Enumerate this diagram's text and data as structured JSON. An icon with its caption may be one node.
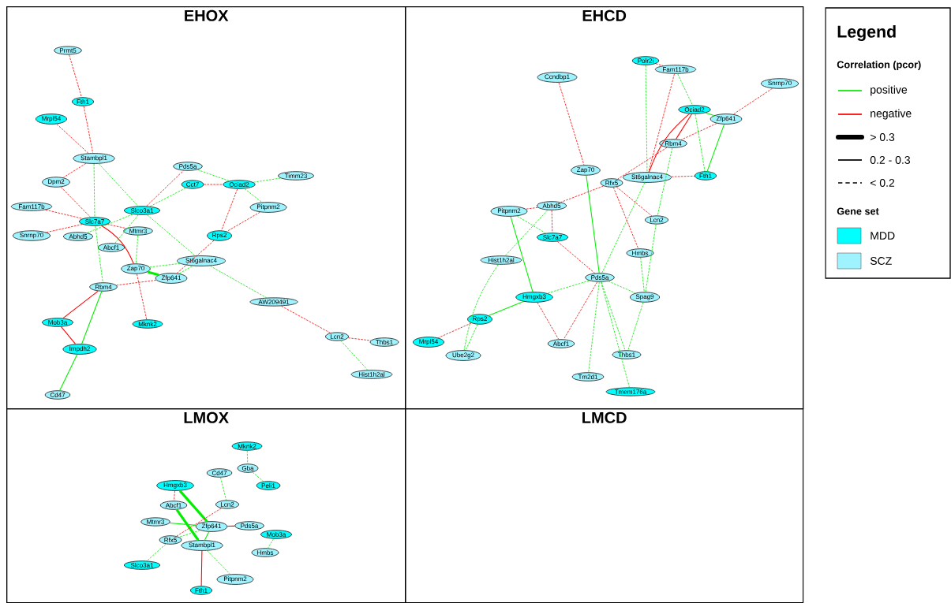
{
  "diagram": {
    "nodes": [
      {
        "text": [
          "EHOX"
        ]
      },
      {
        "text": [
          "Prmt5"
        ],
        "in": 0
      },
      {
        "text": [
          "Fth1"
        ],
        "in": 0
      },
      {
        "text": [
          "Mrpl54"
        ],
        "in": 0
      },
      {
        "text": [
          "Stambpl1"
        ],
        "in": 0
      },
      {
        "text": [
          "Pds5a"
        ],
        "in": 0
      },
      {
        "text": [
          "Cct7"
        ],
        "in": 0
      },
      {
        "text": [
          "Ociad2"
        ],
        "in": 0
      },
      {
        "text": [
          "Timm23"
        ],
        "in": 0
      },
      {
        "text": [
          "Dpm2"
        ],
        "in": 0
      },
      {
        "text": [
          "Fam117b"
        ],
        "in": 0
      },
      {
        "text": [
          "Slc7a7"
        ],
        "in": 0
      },
      {
        "text": [
          "Slco3a1"
        ],
        "in": 0
      },
      {
        "text": [
          "Pitpnm2"
        ],
        "in": 0
      },
      {
        "text": [
          "Mtmr3"
        ],
        "in": 0
      },
      {
        "text": [
          "Snrnp70"
        ],
        "in": 0
      },
      {
        "text": [
          "Abhd5"
        ],
        "in": 0
      },
      {
        "text": [
          "Rps2"
        ],
        "in": 0
      },
      {
        "text": [
          "Abcf1"
        ],
        "in": 0
      },
      {
        "text": [
          "St6galnac4"
        ],
        "in": 0
      },
      {
        "text": [
          "Zap70"
        ],
        "in": 0
      },
      {
        "text": [
          "Zfp641"
        ],
        "in": 0
      },
      {
        "text": [
          "Rbm4"
        ],
        "in": 0
      },
      {
        "text": [
          "AW209491"
        ],
        "in": 0
      },
      {
        "text": [
          "Mob3a"
        ],
        "in": 0
      },
      {
        "text": [
          "Mknk2"
        ],
        "in": 0
      },
      {
        "text": [
          "Lcn2"
        ],
        "in": 0
      },
      {
        "text": [
          "Thbs1"
        ],
        "in": 0
      },
      {
        "text": [
          "Impdh2"
        ],
        "in": 0
      },
      {
        "text": [
          "Hist1h2al"
        ],
        "in": 0
      },
      {
        "text": [
          "Cd47"
        ],
        "in": 0
      },
      {
        "text": [
          "EHCD"
        ]
      },
      {
        "text": [
          "Polr2i"
        ],
        "in": 31
      },
      {
        "text": [
          "Fam117b"
        ],
        "in": 31
      },
      {
        "text": [
          "Ccndbp1"
        ],
        "in": 31
      },
      {
        "text": [
          "Snrnp70"
        ],
        "in": 31
      },
      {
        "text": [
          "Ociad2"
        ],
        "in": 31
      },
      {
        "text": [
          "Zfp641"
        ],
        "in": 31
      },
      {
        "text": [
          "Rbm4"
        ],
        "in": 31
      },
      {
        "text": [
          "Zap70"
        ],
        "in": 31
      },
      {
        "text": [
          "Fth1"
        ],
        "in": 31
      },
      {
        "text": [
          "St6galnac4"
        ],
        "in": 31
      },
      {
        "text": [
          "Rfx5"
        ],
        "in": 31
      },
      {
        "text": [
          "Abhd5"
        ],
        "in": 31
      },
      {
        "text": [
          "Pitpnm2"
        ],
        "in": 31
      },
      {
        "text": [
          "Lcn2"
        ],
        "in": 31
      },
      {
        "text": [
          "Slc7a7"
        ],
        "in": 31
      },
      {
        "text": [
          "Hmbs"
        ],
        "in": 31
      },
      {
        "text": [
          "Hist1h2al"
        ],
        "in": 31
      },
      {
        "text": [
          "Pds5a"
        ],
        "in": 31
      },
      {
        "text": [
          "Hmgxb3"
        ],
        "in": 31
      },
      {
        "text": [
          "Spag9"
        ],
        "in": 31
      },
      {
        "text": [
          "Rps2"
        ],
        "in": 31
      },
      {
        "text": [
          "Mrpl54"
        ],
        "in": 31
      },
      {
        "text": [
          "Abcf1"
        ],
        "in": 31
      },
      {
        "text": [
          "Thbs1"
        ],
        "in": 31
      },
      {
        "text": [
          "Ube2g2"
        ],
        "in": 31
      },
      {
        "text": [
          "Tm2d1"
        ],
        "in": 31
      },
      {
        "text": [
          "Tmem176a"
        ],
        "in": 31
      },
      {
        "text": [
          "LMOX"
        ]
      },
      {
        "text": [
          "Mknk2"
        ],
        "in": 59
      },
      {
        "text": [
          "Gba"
        ],
        "in": 59
      },
      {
        "text": [
          "Cd47"
        ],
        "in": 59
      },
      {
        "text": [
          "Peli1"
        ],
        "in": 59
      },
      {
        "text": [
          "Hmgxb3"
        ],
        "in": 59
      },
      {
        "text": [
          "Abcf1"
        ],
        "in": 59
      },
      {
        "text": [
          "Lcn2"
        ],
        "in": 59
      },
      {
        "text": [
          "Mtmr3"
        ],
        "in": 59
      },
      {
        "text": [
          "Zfp641"
        ],
        "in": 59
      },
      {
        "text": [
          "Pds5a"
        ],
        "in": 59
      },
      {
        "text": [
          "Mob3a"
        ],
        "in": 59
      },
      {
        "text": [
          "Rfx5"
        ],
        "in": 59
      },
      {
        "text": [
          "Stambpl1"
        ],
        "in": 59
      },
      {
        "text": [
          "Hmbs"
        ],
        "in": 59
      },
      {
        "text": [
          "Slco3a1"
        ],
        "in": 59
      },
      {
        "text": [
          "Pitpnm2"
        ],
        "in": 59
      },
      {
        "text": [
          "Fth1"
        ],
        "in": 59
      },
      {
        "text": [
          "LMCD"
        ]
      }
    ],
    "edges": [
      {
        "from": 1,
        "to": 2,
        "arrow": "none",
        "style": "dashed",
        "color": "#ff0000"
      },
      {
        "from": 2,
        "to": 4,
        "arrow": "none",
        "style": "dashed",
        "color": "#ff0000"
      },
      {
        "from": 3,
        "to": 4,
        "arrow": "none",
        "style": "dashed",
        "color": "#ff0000"
      },
      {
        "from": 4,
        "to": 9,
        "arrow": "none",
        "style": "dashed",
        "color": "#ff0000"
      },
      {
        "from": 4,
        "to": 11,
        "arrow": "none",
        "style": "dashed"
      },
      {
        "from": 4,
        "to": 12,
        "arrow": "none",
        "style": "dashed"
      },
      {
        "from": 9,
        "to": 11,
        "arrow": "none",
        "style": "dashed",
        "color": "#ff0000"
      },
      {
        "from": 10,
        "to": 11,
        "arrow": "none",
        "style": "dashed",
        "color": "#ff0000"
      },
      {
        "from": 15,
        "to": 11,
        "arrow": "none",
        "style": "dashed",
        "color": "#ff0000"
      },
      {
        "from": 11,
        "to": 14,
        "arrow": "none",
        "style": "dashed",
        "color": "#ff0000"
      },
      {
        "from": 11,
        "to": 20,
        "arrow": "none",
        "color": "#ff0000"
      },
      {
        "from": 11,
        "to": 22,
        "arrow": "none",
        "style": "dashed"
      },
      {
        "from": 16,
        "to": 12,
        "arrow": "none",
        "style": "dashed"
      },
      {
        "from": 18,
        "to": 12,
        "arrow": "none",
        "style": "dashed"
      },
      {
        "from": 12,
        "to": 5,
        "arrow": "none",
        "style": "dashed",
        "color": "#ff0000"
      },
      {
        "from": 12,
        "to": 6,
        "arrow": "none",
        "style": "dashed"
      },
      {
        "from": 12,
        "to": 19,
        "arrow": "none",
        "style": "dashed"
      },
      {
        "from": 5,
        "to": 7,
        "arrow": "none",
        "style": "dashed"
      },
      {
        "from": 6,
        "to": 7,
        "arrow": "none",
        "style": "dashed",
        "color": "#ff0000"
      },
      {
        "from": 7,
        "to": 8,
        "arrow": "none",
        "style": "dashed"
      },
      {
        "from": 7,
        "to": 13,
        "arrow": "none",
        "style": "dashed"
      },
      {
        "from": 7,
        "to": 17,
        "arrow": "none",
        "style": "dashed",
        "color": "#ff0000"
      },
      {
        "from": 13,
        "to": 17,
        "arrow": "none",
        "style": "dashed",
        "color": "#ff0000"
      },
      {
        "from": 17,
        "to": 21,
        "arrow": "none",
        "style": "dashed",
        "color": "#ff0000"
      },
      {
        "from": 14,
        "to": 20,
        "arrow": "none",
        "style": "dashed"
      },
      {
        "from": 20,
        "to": 19,
        "arrow": "none",
        "style": "dashed"
      },
      {
        "from": 20,
        "to": 21,
        "arrow": "none",
        "style": "thick"
      },
      {
        "from": 20,
        "to": 25,
        "arrow": "none",
        "style": "dashed",
        "color": "#ff0000"
      },
      {
        "from": 21,
        "to": 19,
        "arrow": "none",
        "style": "dashed"
      },
      {
        "from": 22,
        "to": 21,
        "arrow": "none",
        "style": "dashed",
        "color": "#ff0000"
      },
      {
        "from": 19,
        "to": 23,
        "arrow": "none",
        "style": "dashed"
      },
      {
        "from": 23,
        "to": 26,
        "arrow": "none",
        "style": "dashed",
        "color": "#ff0000"
      },
      {
        "from": 26,
        "to": 27,
        "arrow": "none",
        "style": "dashed",
        "color": "#ff0000"
      },
      {
        "from": 26,
        "to": 29,
        "arrow": "none",
        "style": "dashed"
      },
      {
        "from": 22,
        "to": 24,
        "arrow": "none",
        "color": "#ff0000"
      },
      {
        "from": 22,
        "to": 28,
        "arrow": "none"
      },
      {
        "from": 24,
        "to": 28,
        "arrow": "none",
        "color": "#ff0000"
      },
      {
        "from": 28,
        "to": 30,
        "arrow": "none"
      },
      {
        "from": 32,
        "to": 33,
        "arrow": "none",
        "style": "dashed",
        "color": "#ff0000"
      },
      {
        "from": 32,
        "to": 41,
        "arrow": "none",
        "style": "dashed"
      },
      {
        "from": 33,
        "to": 36,
        "arrow": "none",
        "style": "dashed"
      },
      {
        "from": 33,
        "to": 41,
        "arrow": "none",
        "style": "dashed",
        "color": "#ff0000"
      },
      {
        "from": 34,
        "to": 39,
        "arrow": "none",
        "style": "dashed",
        "color": "#ff0000"
      },
      {
        "from": 35,
        "to": 37,
        "arrow": "none",
        "style": "dashed",
        "color": "#ff0000"
      },
      {
        "from": 36,
        "to": 37,
        "arrow": "none"
      },
      {
        "from": 36,
        "to": 38,
        "arrow": "none",
        "color": "#ff0000"
      },
      {
        "from": 36,
        "to": 41,
        "arrow": "none",
        "color": "#ff0000"
      },
      {
        "from": 36,
        "to": 40,
        "arrow": "none",
        "style": "dashed"
      },
      {
        "from": 37,
        "to": 38,
        "arrow": "none",
        "style": "dashed",
        "color": "#ff0000"
      },
      {
        "from": 37,
        "to": 40,
        "arrow": "none"
      },
      {
        "from": 38,
        "to": 42,
        "arrow": "none",
        "style": "dashed",
        "color": "#ff0000"
      },
      {
        "from": 38,
        "to": 45,
        "arrow": "none",
        "style": "dashed"
      },
      {
        "from": 41,
        "to": 40,
        "arrow": "none",
        "style": "dashed",
        "color": "#ff0000"
      },
      {
        "from": 41,
        "to": 49,
        "arrow": "none",
        "style": "dashed"
      },
      {
        "from": 39,
        "to": 49,
        "arrow": "none"
      },
      {
        "from": 42,
        "to": 43,
        "arrow": "none",
        "style": "dashed",
        "color": "#ff0000"
      },
      {
        "from": 42,
        "to": 45,
        "arrow": "none",
        "style": "dashed",
        "color": "#ff0000"
      },
      {
        "from": 42,
        "to": 47,
        "arrow": "none",
        "style": "dashed",
        "color": "#ff0000"
      },
      {
        "from": 43,
        "to": 44,
        "arrow": "none",
        "style": "dashed",
        "color": "#ff0000"
      },
      {
        "from": 43,
        "to": 46,
        "arrow": "none",
        "style": "dashed",
        "color": "#ff0000"
      },
      {
        "from": 43,
        "to": 48,
        "arrow": "none",
        "style": "dashed"
      },
      {
        "from": 44,
        "to": 46,
        "arrow": "none",
        "style": "dashed"
      },
      {
        "from": 44,
        "to": 50,
        "arrow": "none"
      },
      {
        "from": 45,
        "to": 51,
        "arrow": "none",
        "style": "dashed"
      },
      {
        "from": 46,
        "to": 49,
        "arrow": "none",
        "style": "dashed",
        "color": "#ff0000"
      },
      {
        "from": 48,
        "to": 56,
        "arrow": "none",
        "style": "dashed"
      },
      {
        "from": 47,
        "to": 51,
        "arrow": "none",
        "style": "dashed"
      },
      {
        "from": 49,
        "to": 50,
        "arrow": "none",
        "style": "dashed"
      },
      {
        "from": 49,
        "to": 51,
        "arrow": "none",
        "style": "dashed"
      },
      {
        "from": 49,
        "to": 54,
        "arrow": "none",
        "style": "dashed",
        "color": "#ff0000"
      },
      {
        "from": 49,
        "to": 57,
        "arrow": "none",
        "style": "dashed"
      },
      {
        "from": 49,
        "to": 55,
        "arrow": "none",
        "style": "dashed"
      },
      {
        "from": 49,
        "to": 58,
        "arrow": "none",
        "style": "dashed"
      },
      {
        "from": 51,
        "to": 55,
        "arrow": "none",
        "style": "dashed"
      },
      {
        "from": 50,
        "to": 52,
        "arrow": "none"
      },
      {
        "from": 50,
        "to": 54,
        "arrow": "none",
        "style": "dashed",
        "color": "#ff0000"
      },
      {
        "from": 52,
        "to": 53,
        "arrow": "none",
        "style": "dashed",
        "color": "#ff0000"
      },
      {
        "from": 52,
        "to": 56,
        "arrow": "none",
        "style": "dashed"
      },
      {
        "from": 60,
        "to": 61,
        "arrow": "none",
        "style": "dashed"
      },
      {
        "from": 61,
        "to": 63,
        "arrow": "none",
        "style": "dashed"
      },
      {
        "from": 62,
        "to": 66,
        "arrow": "none",
        "style": "dashed"
      },
      {
        "from": 64,
        "to": 65,
        "arrow": "none",
        "style": "dashed",
        "color": "#ff0000"
      },
      {
        "from": 64,
        "to": 68,
        "arrow": "none",
        "style": "thick"
      },
      {
        "from": 65,
        "to": 72,
        "arrow": "none",
        "style": "thick"
      },
      {
        "from": 66,
        "to": 71,
        "arrow": "none",
        "style": "dashed",
        "color": "#ff0000"
      },
      {
        "from": 67,
        "to": 68,
        "arrow": "none"
      },
      {
        "from": 68,
        "to": 69,
        "arrow": "none",
        "color": "#ff0000"
      },
      {
        "from": 68,
        "to": 71,
        "arrow": "none",
        "style": "dashed"
      },
      {
        "from": 68,
        "to": 72,
        "arrow": "none"
      },
      {
        "from": 71,
        "to": 74,
        "arrow": "none",
        "style": "dashed"
      },
      {
        "from": 72,
        "to": 76,
        "arrow": "none",
        "color": "#ff0000"
      },
      {
        "from": 72,
        "to": 75,
        "arrow": "none",
        "style": "dashed"
      },
      {
        "from": 70,
        "to": 73,
        "arrow": "none",
        "style": "dashed"
      }
    ],
    "labels": [
      "Legend",
      "Correlation (pcor)",
      "Gene set"
    ],
    "legend": [
      {
        "text": "positive"
      },
      {
        "text": "negative"
      },
      {
        "text": "> 0.3"
      },
      {
        "text": "0.2 - 0.3"
      },
      {
        "text": "< 0.2"
      },
      {
        "text": "MDD",
        "color": "#00ffff"
      },
      {
        "text": "SCZ",
        "color": "#9ff3ff"
      }
    ]
  }
}
